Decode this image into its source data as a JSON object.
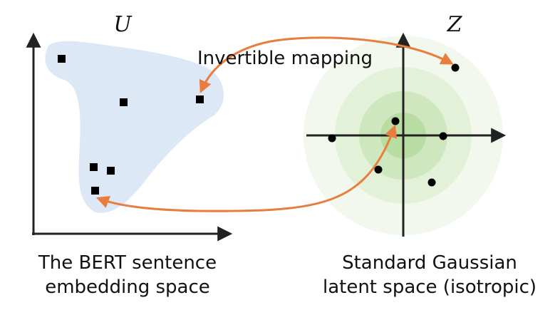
{
  "labels": {
    "u_space": "U",
    "z_space": "Z",
    "mapping": "Invertible mapping"
  },
  "captions": {
    "left_line1": "The BERT sentence",
    "left_line2": "embedding space",
    "right_line1": "Standard Gaussian",
    "right_line2": "latent space (isotropic)"
  },
  "colors": {
    "blob_fill": "#dce8f5",
    "arrow": "#e87d3e",
    "axis": "#222222",
    "point": "#000000",
    "gaussian_rings": [
      "#f2f8ee",
      "#e3f1d9",
      "#cfe7bf",
      "#b9dca2"
    ]
  }
}
